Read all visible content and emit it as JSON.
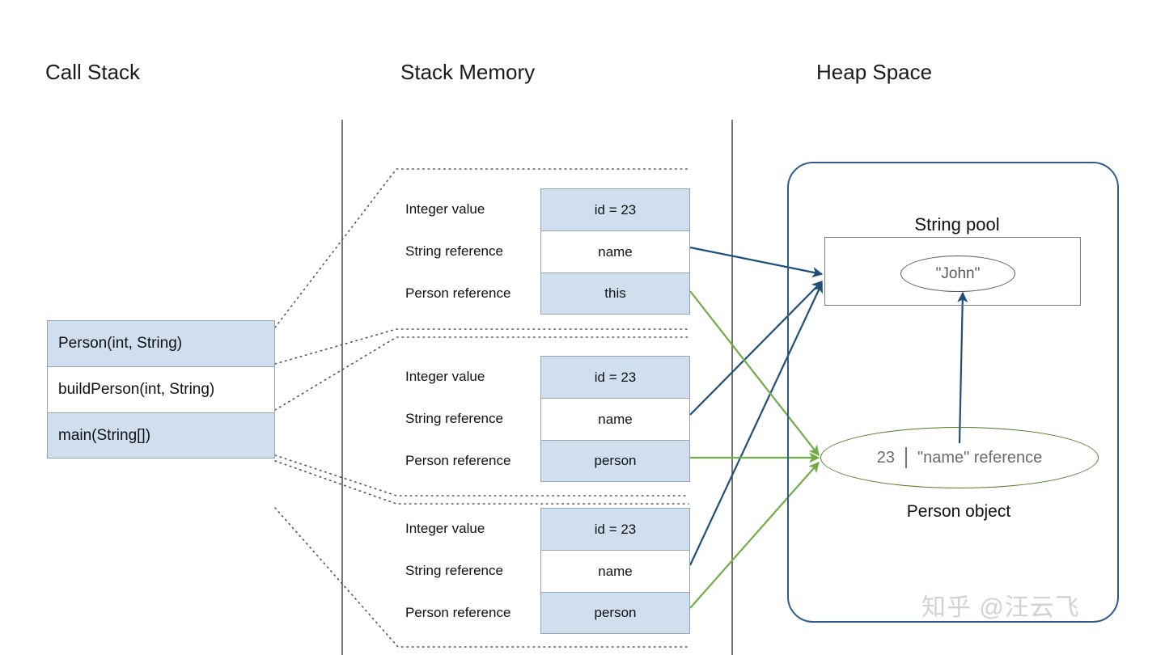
{
  "headers": {
    "call_stack": "Call Stack",
    "stack_memory": "Stack Memory",
    "heap_space": "Heap Space"
  },
  "call_stack": {
    "frames": [
      {
        "label": "Person(int, String)",
        "fill": "blue"
      },
      {
        "label": "buildPerson(int, String)",
        "fill": "white"
      },
      {
        "label": "main(String[])",
        "fill": "blue"
      }
    ]
  },
  "stack_memory": {
    "row_labels": [
      "Integer value",
      "String reference",
      "Person reference"
    ],
    "frames": [
      {
        "values": [
          "id = 23",
          "name",
          "this"
        ]
      },
      {
        "values": [
          "id = 23",
          "name",
          "person"
        ]
      },
      {
        "values": [
          "id = 23",
          "name",
          "person"
        ]
      }
    ]
  },
  "heap": {
    "string_pool_title": "String pool",
    "string_literal": "\"John\"",
    "person_object_id": "23",
    "person_object_ref": "\"name\" reference",
    "person_object_label": "Person object"
  },
  "watermark": "知乎 @汪云飞",
  "colors": {
    "cell_fill": "#cfdff0",
    "cell_border": "#9aa4ad",
    "heap_border": "#2e5a8e",
    "arrow_blue": "#1f4e79",
    "arrow_green": "#70ad47",
    "person_ellipse": "#4d7c2a",
    "text": "#111111"
  }
}
